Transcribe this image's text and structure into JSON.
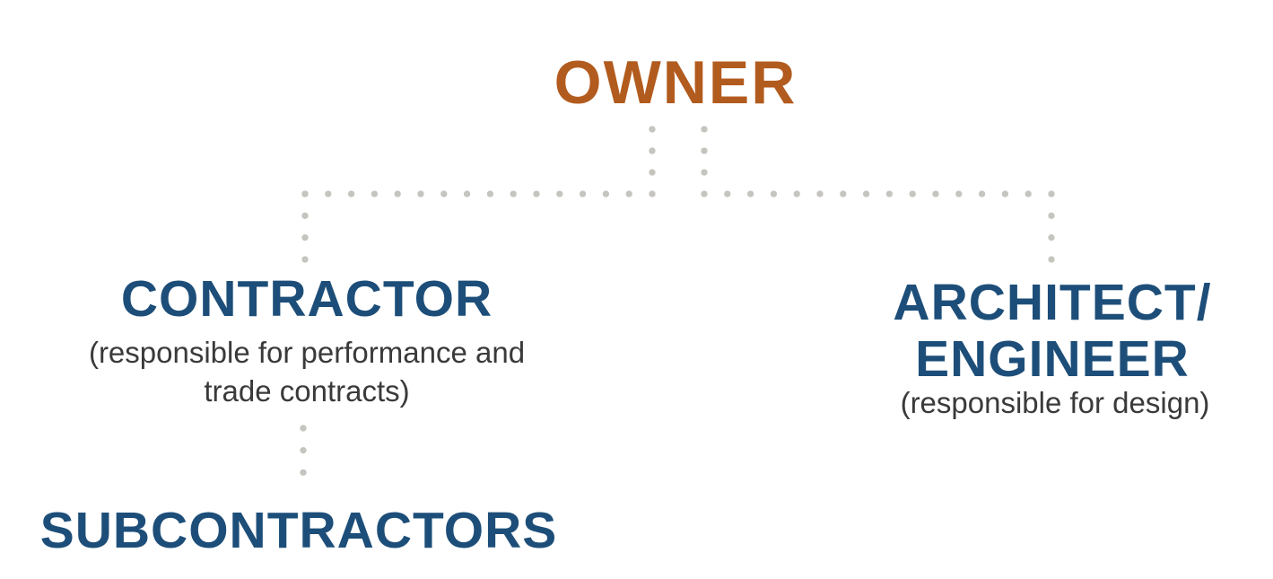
{
  "nodes": {
    "owner": {
      "label": "OWNER"
    },
    "contractor": {
      "label": "CONTRACTOR",
      "subtitle_line1": "(responsible for performance and",
      "subtitle_line2": "trade contracts)"
    },
    "architect_engineer": {
      "label_line1": "ARCHITECT/",
      "label_line2": "ENGINEER",
      "subtitle": "(responsible for design)"
    },
    "subcontractors": {
      "label": "SUBCONTRACTORS"
    }
  },
  "colors": {
    "owner_text": "#b25b1e",
    "node_text_blue": "#1d4e79",
    "subtitle_text": "#3a3a3a",
    "connector_dots": "#c5c4be",
    "background": "#ffffff"
  }
}
